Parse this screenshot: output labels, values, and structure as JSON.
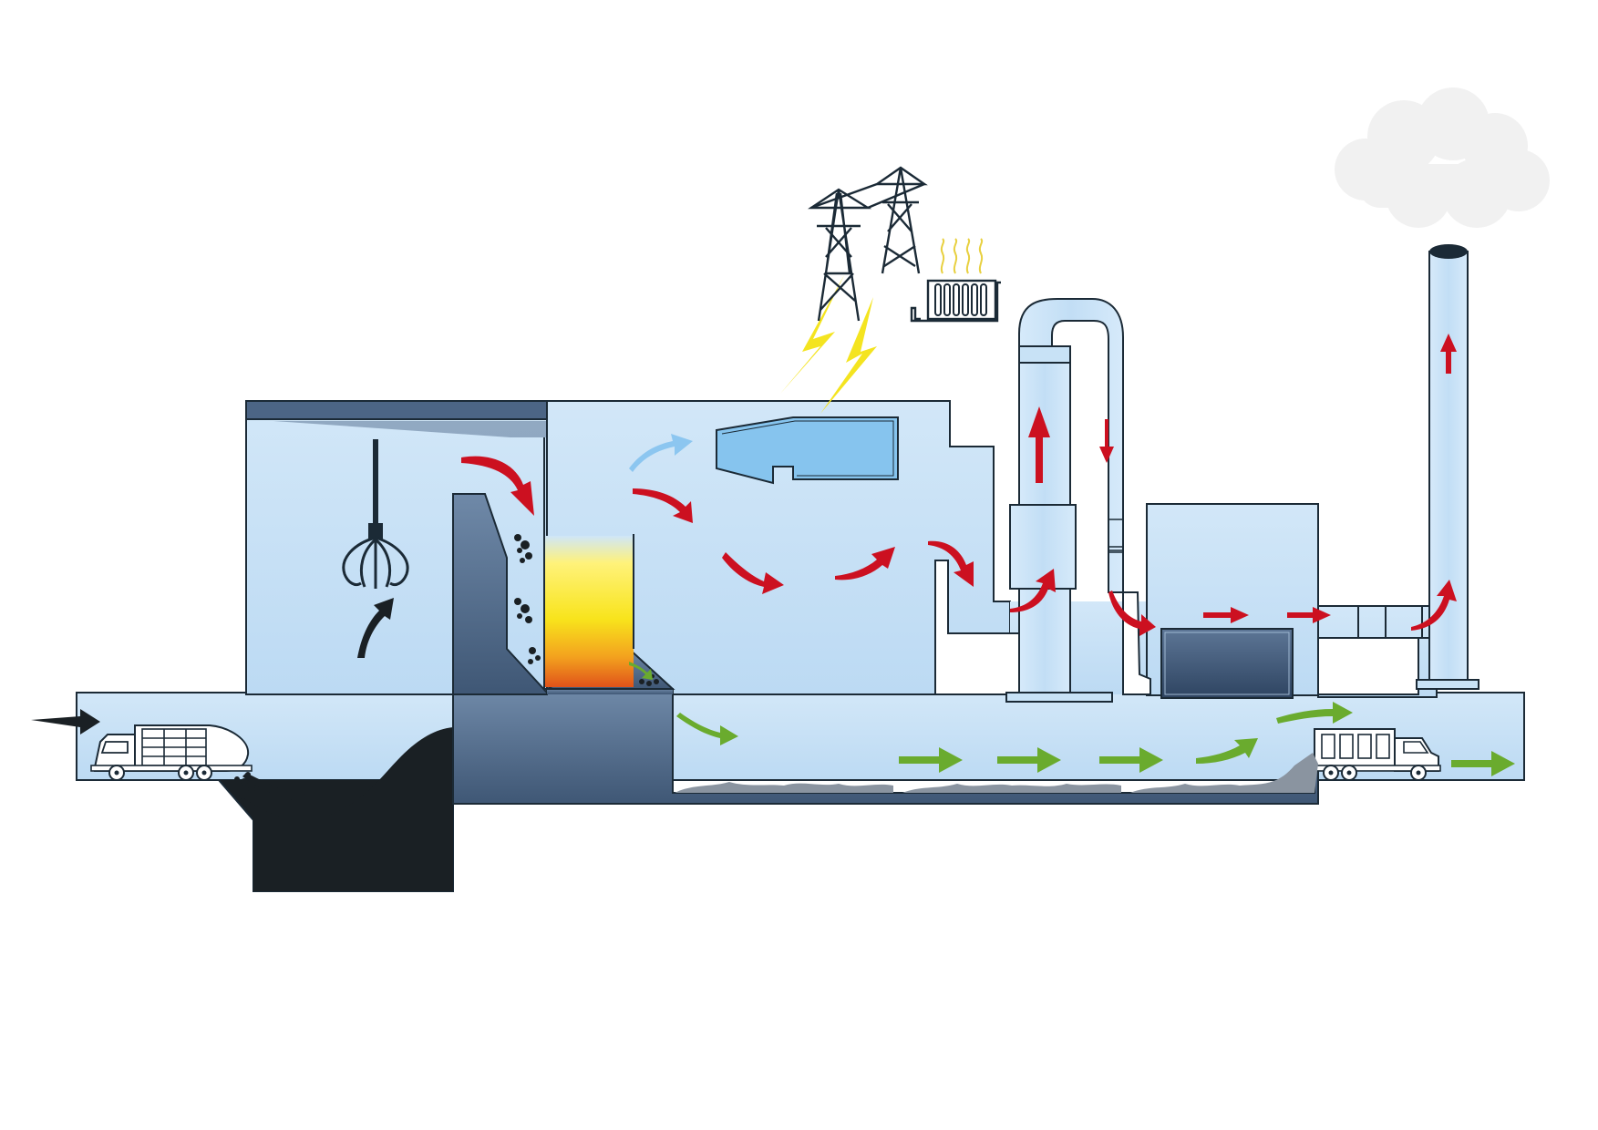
{
  "colors": {
    "background": "#ffffff",
    "building_fill": "#c8e2f6",
    "building_light": "#ddeefa",
    "outline": "#1b2a36",
    "slate_top": "#8aa4c0",
    "slate_bottom": "#3f5775",
    "waste_black": "#1a2024",
    "fire_top": "#fff04a",
    "fire_mid": "#f8d21c",
    "fire_bottom": "#e8541a",
    "flow_red": "#cc1020",
    "flow_green": "#6aab2e",
    "flow_blue": "#8cc6f0",
    "flow_black": "#1a2024",
    "generator_fill": "#86c4ee",
    "lightning": "#f4e420",
    "cloud": "#f0f0f0",
    "heat_waves": "#e8d040"
  },
  "components": [
    {
      "name": "delivery-truck-icon",
      "role": "waste delivery truck"
    },
    {
      "name": "waste-bunker",
      "role": "waste storage pit"
    },
    {
      "name": "crane-grab-icon",
      "role": "bunker crane"
    },
    {
      "name": "feed-hopper",
      "role": "furnace feed"
    },
    {
      "name": "combustion-chamber-flame",
      "role": "furnace"
    },
    {
      "name": "boiler-hall",
      "role": "boiler"
    },
    {
      "name": "turbine-generator-icon",
      "role": "steam turbine"
    },
    {
      "name": "power-pylon-icon",
      "role": "electricity export"
    },
    {
      "name": "radiator-icon",
      "role": "district heating"
    },
    {
      "name": "scrubber-tower",
      "role": "flue gas cleaning"
    },
    {
      "name": "filter-unit",
      "role": "bag filter"
    },
    {
      "name": "chimney",
      "role": "stack"
    },
    {
      "name": "steam-cloud-icon",
      "role": "emission plume"
    },
    {
      "name": "ash-conveyor",
      "role": "bottom ash channel"
    },
    {
      "name": "ash-truck-icon",
      "role": "ash removal truck"
    }
  ]
}
